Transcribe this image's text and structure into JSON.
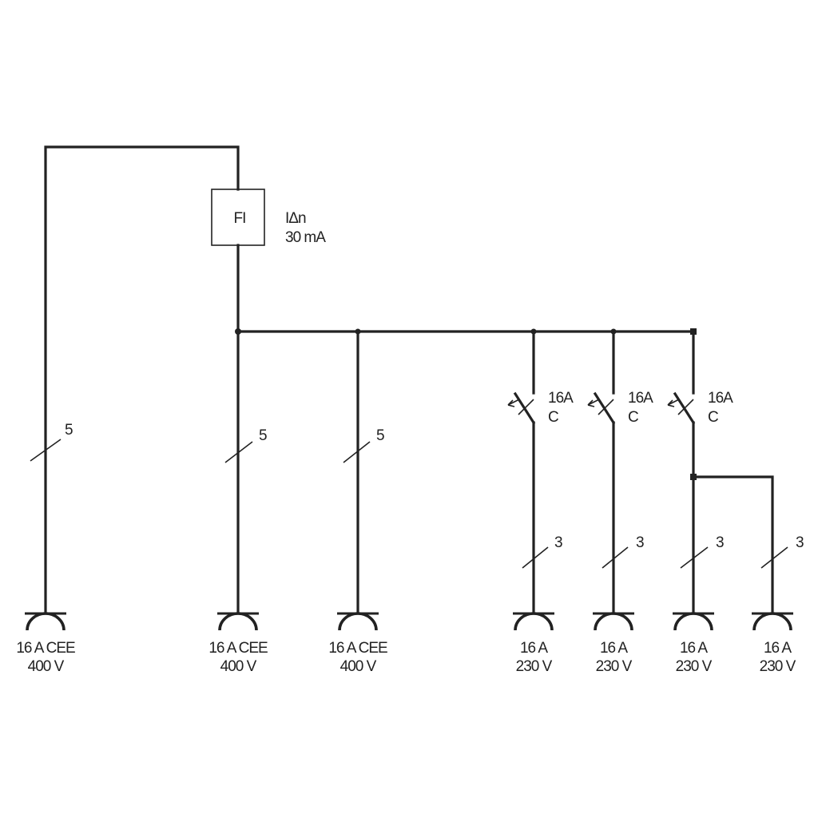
{
  "rcd": {
    "box_label": "FI",
    "rating_line1": "IΔn",
    "rating_line2": "30 mA"
  },
  "breakers": [
    {
      "current": "16A",
      "curve": "C"
    },
    {
      "current": "16A",
      "curve": "C"
    },
    {
      "current": "16A",
      "curve": "C"
    }
  ],
  "conductor_counts": {
    "cee_1": "5",
    "cee_2": "5",
    "cee_3": "5",
    "schuko_1": "3",
    "schuko_2": "3",
    "schuko_3": "3",
    "schuko_4": "3"
  },
  "sockets": [
    {
      "line1": "16 A CEE",
      "line2": "400 V"
    },
    {
      "line1": "16 A CEE",
      "line2": "400 V"
    },
    {
      "line1": "16 A CEE",
      "line2": "400 V"
    },
    {
      "line1": "16 A",
      "line2": "230 V"
    },
    {
      "line1": "16 A",
      "line2": "230 V"
    },
    {
      "line1": "16 A",
      "line2": "230 V"
    },
    {
      "line1": "16 A",
      "line2": "230 V"
    }
  ]
}
